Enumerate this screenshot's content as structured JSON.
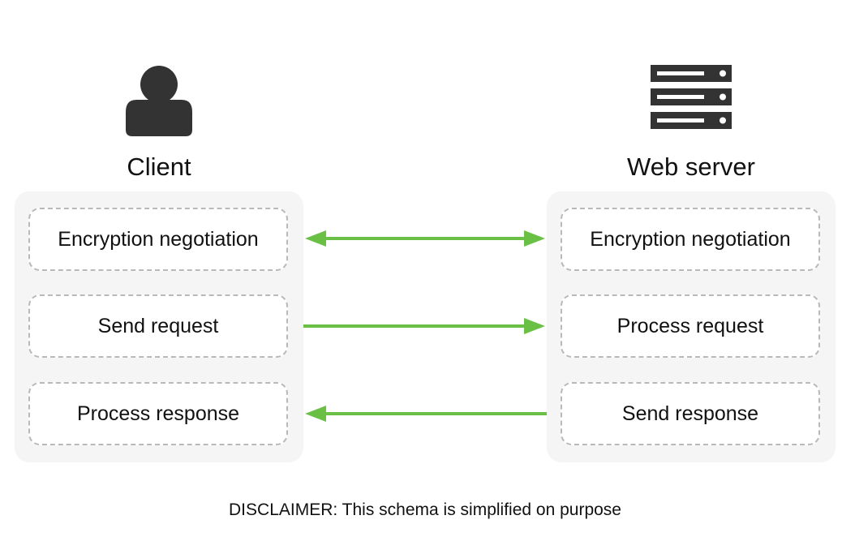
{
  "client": {
    "icon": "user-icon",
    "label": "Client",
    "steps": [
      "Encryption negotiation",
      "Send request",
      "Process response"
    ]
  },
  "server": {
    "icon": "server-icon",
    "label": "Web server",
    "steps": [
      "Encryption negotiation",
      "Process request",
      "Send response"
    ]
  },
  "arrows": [
    {
      "from": "client.steps.0",
      "to": "server.steps.0",
      "direction": "both"
    },
    {
      "from": "client.steps.1",
      "to": "server.steps.1",
      "direction": "right"
    },
    {
      "from": "server.steps.2",
      "to": "client.steps.2",
      "direction": "left"
    }
  ],
  "colors": {
    "arrow": "#6ac045",
    "icon": "#333333",
    "panel": "#f4f5f4",
    "dashed_border": "#b9b9b9"
  },
  "disclaimer": "DISCLAIMER: This schema is simplified on purpose"
}
